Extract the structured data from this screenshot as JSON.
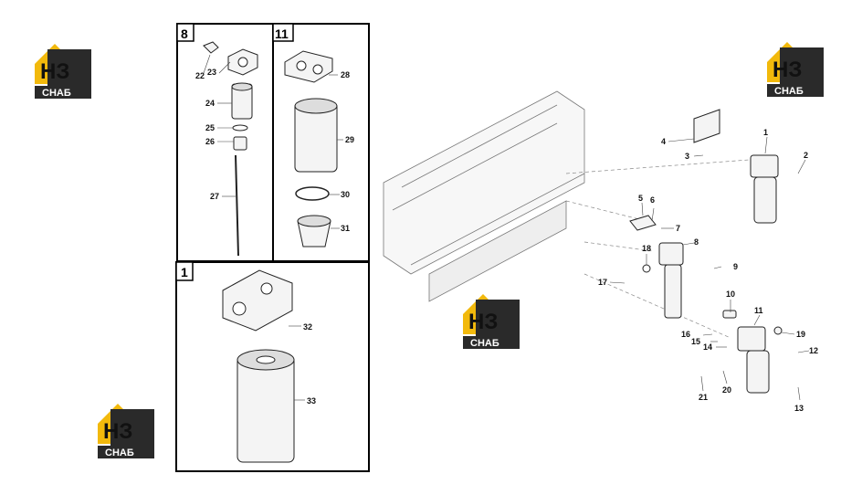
{
  "logo": {
    "mark": "НЗ",
    "sub": "СНАБ",
    "accent": "#f2b90c",
    "dark": "#2a2a2a"
  },
  "boxes": {
    "box8": "8",
    "box11": "11",
    "box1": "1"
  },
  "labels": {
    "l22": "22",
    "l23": "23",
    "l24": "24",
    "l25": "25",
    "l26": "26",
    "l27": "27",
    "l28": "28",
    "l29": "29",
    "l30": "30",
    "l31": "31",
    "l32": "32",
    "l33": "33",
    "m1": "1",
    "m2": "2",
    "m3": "3",
    "m4": "4",
    "m5": "5",
    "m6": "6",
    "m7": "7",
    "m8": "8",
    "m9": "9",
    "m10": "10",
    "m11": "11",
    "m12": "12",
    "m13": "13",
    "m14": "14",
    "m15": "15",
    "m16": "16",
    "m17": "17",
    "m18": "18",
    "m19": "19",
    "m20": "20",
    "m21": "21"
  }
}
